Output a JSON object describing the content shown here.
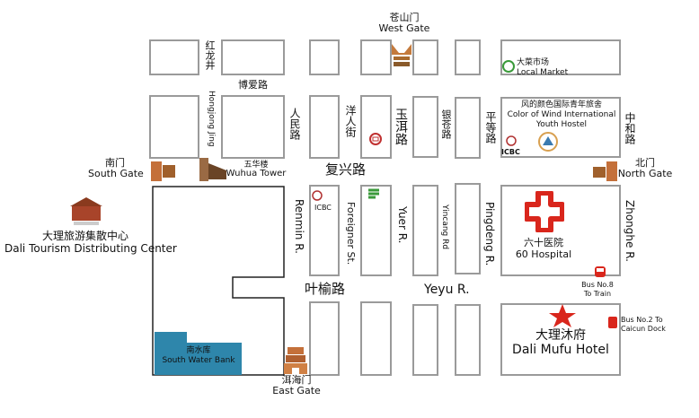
{
  "landmarks": {
    "west_gate": {
      "zh": "苍山门",
      "en": "West Gate"
    },
    "south_gate": {
      "zh": "南门",
      "en": "South Gate"
    },
    "north_gate": {
      "zh": "北门",
      "en": "North Gate"
    },
    "east_gate": {
      "zh": "洱海门",
      "en": "East Gate"
    },
    "wuhua_tower": {
      "zh": "五华楼",
      "en": "Wuhua Tower"
    },
    "tourism_center": {
      "zh": "大理旅游集散中心",
      "en": "Dali Tourism Distributing Center"
    },
    "water_bank": {
      "zh": "南水库",
      "en": "South Water Bank"
    },
    "local_market": {
      "zh": "大菜市场",
      "en": "Local Market"
    },
    "hostel": {
      "zh": "风的颜色国际青年旅舍",
      "en1": "Color of Wind International",
      "en2": "Youth Hostel"
    },
    "hospital": {
      "zh": "六十医院",
      "en": "60 Hospital"
    },
    "hotel": {
      "zh": "大理沐府",
      "en": "Dali Mufu Hotel"
    },
    "bus8": {
      "line1": "Bus No.8",
      "line2": "To Train"
    },
    "bus2": {
      "line1": "Bus No.2 To",
      "line2": "Caicun Dock"
    },
    "icbc": "ICBC"
  },
  "roads": {
    "honglongjing_zh": "红龙井",
    "bo_ai_zh": "博爱路",
    "hongjong_en": "Hongjong Jing",
    "renmin_zh": "人民路",
    "yangren_zh": "洋人街",
    "yuer_zh": "玉洱路",
    "yincang_zh": "银苍路",
    "pingdeng_zh": "平等路",
    "zhonghe_zh": "中和路",
    "fuxing_zh": "复兴路",
    "yeyu_zh": "叶榆路",
    "yeyu_en": "Yeyu R.",
    "renmin_en": "Renmin R.",
    "foreigner_en": "Foreigner St.",
    "yuer_en": "Yuer R.",
    "yincang_en": "Yincang Rd",
    "pingdeng_en": "Pingdeng R.",
    "zhonghe_en": "Zhonghe R."
  },
  "colors": {
    "block": "#9a9a9a",
    "water": "#2e86ab",
    "red": "#d9261c",
    "green": "#3a9a3a"
  }
}
